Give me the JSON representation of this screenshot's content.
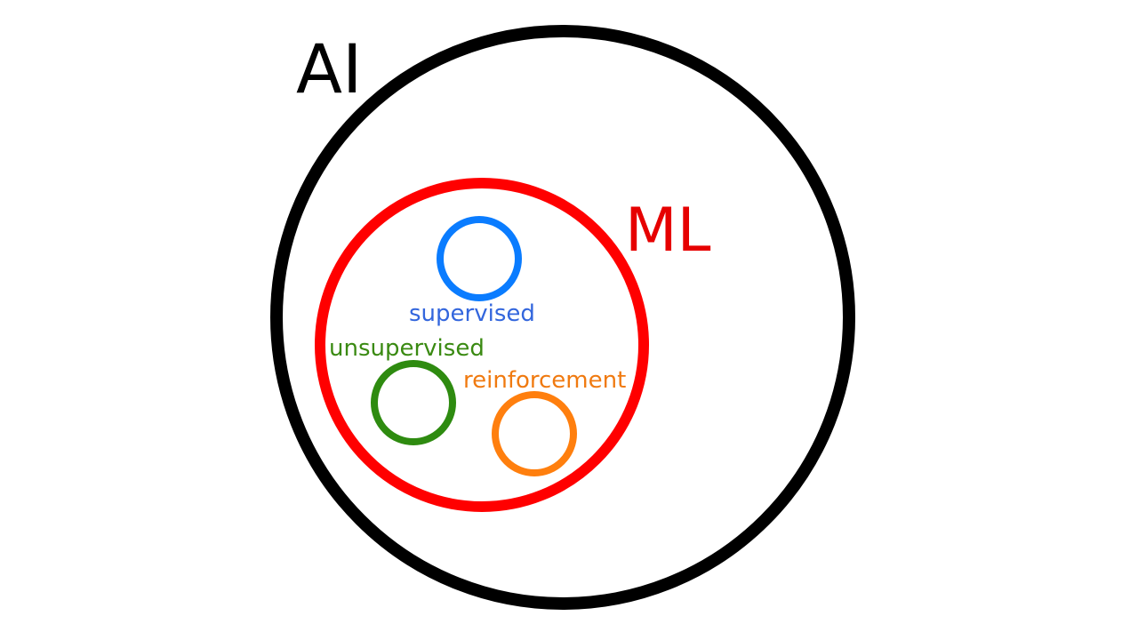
{
  "diagram": {
    "background": "#ffffff",
    "sets": [
      {
        "id": "ai",
        "label": "AI",
        "color": "#000000",
        "label_color": "#000000"
      },
      {
        "id": "ml",
        "label": "ML",
        "color": "#ff0000",
        "label_color": "#e60000",
        "parent": "ai"
      },
      {
        "id": "supervised",
        "label": "supervised",
        "color": "#0a7cff",
        "label_color": "#3366dd",
        "parent": "ml"
      },
      {
        "id": "unsupervised",
        "label": "unsupervised",
        "color": "#2e8b10",
        "label_color": "#3a8a12",
        "parent": "ml"
      },
      {
        "id": "reinforcement",
        "label": "reinforcement",
        "color": "#ff7f0e",
        "label_color": "#f07a10",
        "parent": "ml"
      }
    ]
  }
}
